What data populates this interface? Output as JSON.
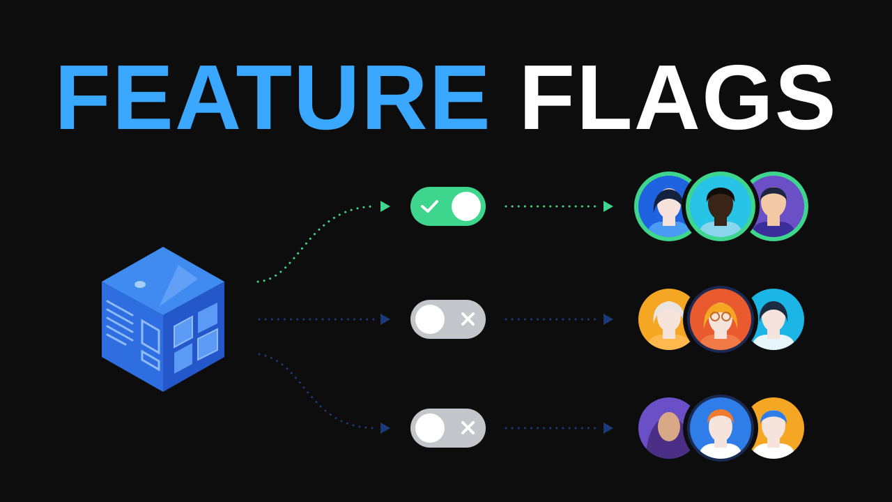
{
  "title": {
    "word1": "FEATURE",
    "word2": "FLAGS"
  },
  "colors": {
    "background": "#0d0d0e",
    "accent_blue": "#3aa8ff",
    "on_green": "#3dd68c",
    "off_gray": "#c4c6cc",
    "inactive_line": "#1c3a7a"
  },
  "icons": {
    "app": "isometric-cube-icon",
    "toggle_on": "check-icon",
    "toggle_off": "x-icon"
  },
  "flags": [
    {
      "name": "flag-1",
      "state": "on",
      "group": "user-group-1"
    },
    {
      "name": "flag-2",
      "state": "off",
      "group": "user-group-2"
    },
    {
      "name": "flag-3",
      "state": "off",
      "group": "user-group-3"
    }
  ]
}
